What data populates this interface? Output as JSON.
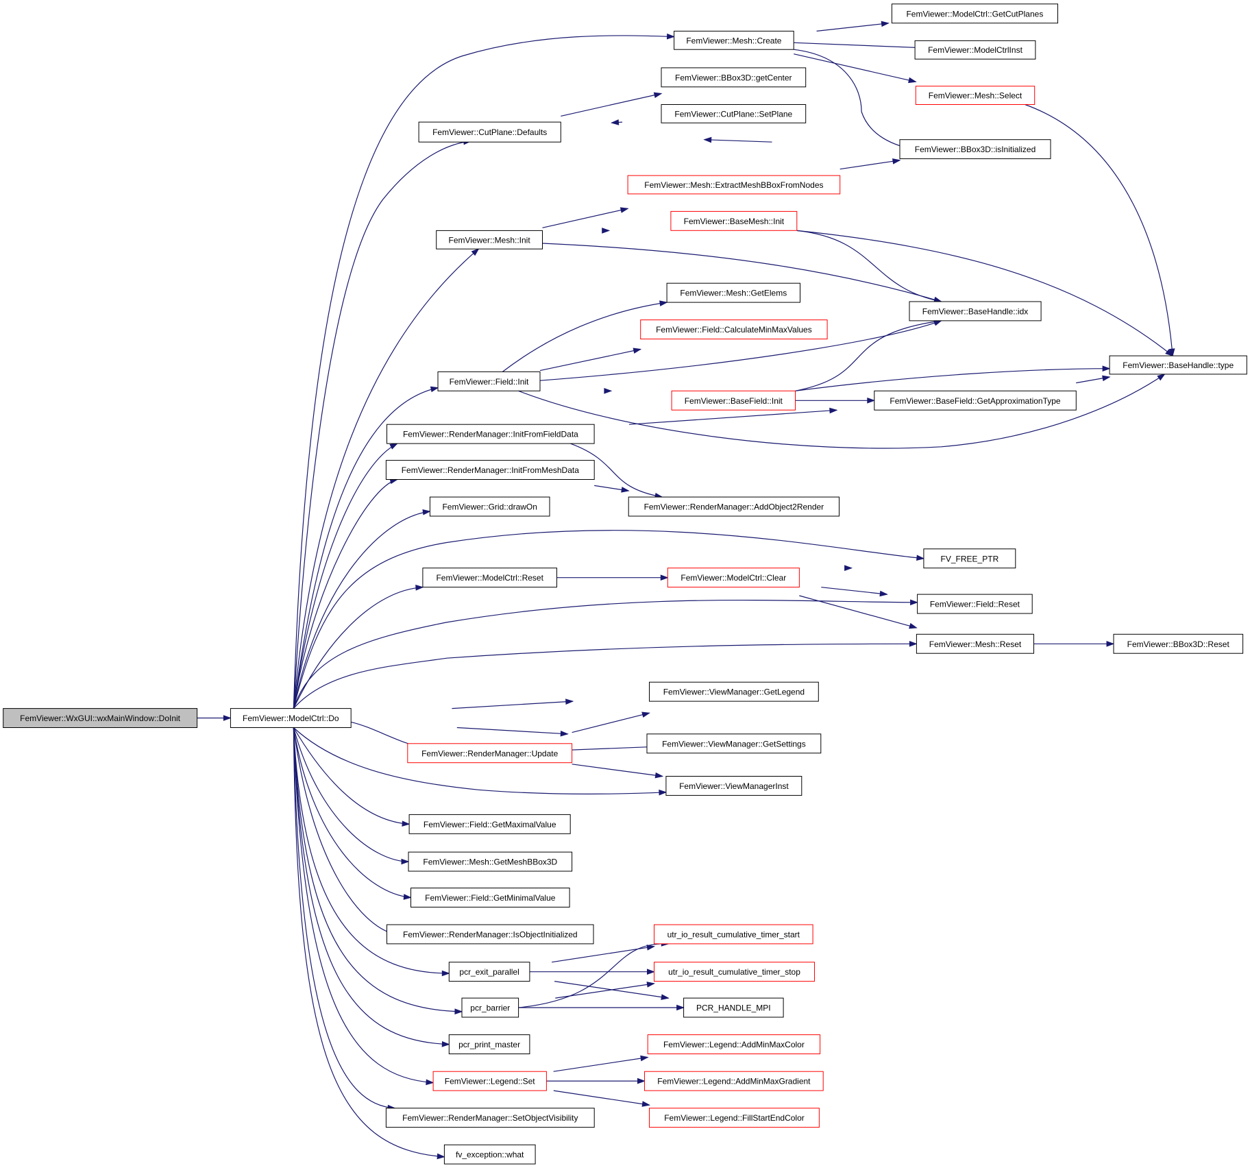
{
  "graph": {
    "colors": {
      "edge": "#191970",
      "root_fill": "#bfbfbf",
      "node_border": "#000000",
      "truncated_border": "#ff0000"
    },
    "nodes": [
      {
        "id": "root",
        "label": "FemViewer::WxGUI::wxMainWindow::DoInit",
        "style": "root"
      },
      {
        "id": "do",
        "label": "FemViewer::ModelCtrl::Do",
        "style": "normal"
      },
      {
        "id": "meshCreate",
        "label": "FemViewer::Mesh::Create",
        "style": "normal"
      },
      {
        "id": "getCutPlanes",
        "label": "FemViewer::ModelCtrl::GetCutPlanes",
        "style": "normal"
      },
      {
        "id": "modelCtrlInst",
        "label": "FemViewer::ModelCtrlInst",
        "style": "normal"
      },
      {
        "id": "meshSelect",
        "label": "FemViewer::Mesh::Select",
        "style": "red"
      },
      {
        "id": "getCenter",
        "label": "FemViewer::BBox3D::getCenter",
        "style": "normal"
      },
      {
        "id": "setPlane",
        "label": "FemViewer::CutPlane::SetPlane",
        "style": "normal"
      },
      {
        "id": "cpDefaults",
        "label": "FemViewer::CutPlane::Defaults",
        "style": "normal"
      },
      {
        "id": "isInit",
        "label": "FemViewer::BBox3D::isInitialized",
        "style": "normal"
      },
      {
        "id": "extract",
        "label": "FemViewer::Mesh::ExtractMeshBBoxFromNodes",
        "style": "red"
      },
      {
        "id": "baseMeshInit",
        "label": "FemViewer::BaseMesh::Init",
        "style": "red"
      },
      {
        "id": "meshInit",
        "label": "FemViewer::Mesh::Init",
        "style": "normal"
      },
      {
        "id": "idx",
        "label": "FemViewer::BaseHandle::idx",
        "style": "normal"
      },
      {
        "id": "getElems",
        "label": "FemViewer::Mesh::GetElems",
        "style": "normal"
      },
      {
        "id": "calcMinMax",
        "label": "FemViewer::Field::CalculateMinMaxValues",
        "style": "red"
      },
      {
        "id": "type",
        "label": "FemViewer::BaseHandle::type",
        "style": "normal"
      },
      {
        "id": "fieldInit",
        "label": "FemViewer::Field::Init",
        "style": "normal"
      },
      {
        "id": "baseFieldInit",
        "label": "FemViewer::BaseField::Init",
        "style": "red"
      },
      {
        "id": "getApprox",
        "label": "FemViewer::BaseField::GetApproximationType",
        "style": "normal"
      },
      {
        "id": "initFromField",
        "label": "FemViewer::RenderManager::InitFromFieldData",
        "style": "normal"
      },
      {
        "id": "initFromMesh",
        "label": "FemViewer::RenderManager::InitFromMeshData",
        "style": "normal"
      },
      {
        "id": "addObj",
        "label": "FemViewer::RenderManager::AddObject2Render",
        "style": "normal"
      },
      {
        "id": "drawOn",
        "label": "FemViewer::Grid::drawOn",
        "style": "normal"
      },
      {
        "id": "fvFree",
        "label": "FV_FREE_PTR",
        "style": "normal"
      },
      {
        "id": "mcReset",
        "label": "FemViewer::ModelCtrl::Reset",
        "style": "normal"
      },
      {
        "id": "mcClear",
        "label": "FemViewer::ModelCtrl::Clear",
        "style": "red"
      },
      {
        "id": "fieldReset",
        "label": "FemViewer::Field::Reset",
        "style": "normal"
      },
      {
        "id": "meshReset",
        "label": "FemViewer::Mesh::Reset",
        "style": "normal"
      },
      {
        "id": "bboxReset",
        "label": "FemViewer::BBox3D::Reset",
        "style": "normal"
      },
      {
        "id": "getLegend",
        "label": "FemViewer::ViewManager::GetLegend",
        "style": "normal"
      },
      {
        "id": "getSettings",
        "label": "FemViewer::ViewManager::GetSettings",
        "style": "normal"
      },
      {
        "id": "rmUpdate",
        "label": "FemViewer::RenderManager::Update",
        "style": "red"
      },
      {
        "id": "vmInst",
        "label": "FemViewer::ViewManagerInst",
        "style": "normal"
      },
      {
        "id": "getMax",
        "label": "FemViewer::Field::GetMaximalValue",
        "style": "normal"
      },
      {
        "id": "getBBox",
        "label": "FemViewer::Mesh::GetMeshBBox3D",
        "style": "normal"
      },
      {
        "id": "getMin",
        "label": "FemViewer::Field::GetMinimalValue",
        "style": "normal"
      },
      {
        "id": "isObjInit",
        "label": "FemViewer::RenderManager::IsObjectInitialized",
        "style": "normal"
      },
      {
        "id": "timerStart",
        "label": "utr_io_result_cumulative_timer_start",
        "style": "red"
      },
      {
        "id": "pcrExit",
        "label": "pcr_exit_parallel",
        "style": "normal"
      },
      {
        "id": "timerStop",
        "label": "utr_io_result_cumulative_timer_stop",
        "style": "red"
      },
      {
        "id": "pcrBarrier",
        "label": "pcr_barrier",
        "style": "normal"
      },
      {
        "id": "pcrHandle",
        "label": "PCR_HANDLE_MPI",
        "style": "normal"
      },
      {
        "id": "pcrPrint",
        "label": "pcr_print_master",
        "style": "normal"
      },
      {
        "id": "addMinMaxColor",
        "label": "FemViewer::Legend::AddMinMaxColor",
        "style": "red"
      },
      {
        "id": "legendSet",
        "label": "FemViewer::Legend::Set",
        "style": "red"
      },
      {
        "id": "addMinMaxGrad",
        "label": "FemViewer::Legend::AddMinMaxGradient",
        "style": "red"
      },
      {
        "id": "fillStartEnd",
        "label": "FemViewer::Legend::FillStartEndColor",
        "style": "red"
      },
      {
        "id": "setVis",
        "label": "FemViewer::RenderManager::SetObjectVisibility",
        "style": "normal"
      },
      {
        "id": "fvExc",
        "label": "fv_exception::what",
        "style": "normal"
      }
    ],
    "edges": [
      {
        "from": "root",
        "to": "do"
      },
      {
        "from": "do",
        "to": "meshCreate"
      },
      {
        "from": "do",
        "to": "cpDefaults"
      },
      {
        "from": "do",
        "to": "meshInit"
      },
      {
        "from": "do",
        "to": "fieldInit"
      },
      {
        "from": "do",
        "to": "initFromField"
      },
      {
        "from": "do",
        "to": "initFromMesh"
      },
      {
        "from": "do",
        "to": "drawOn"
      },
      {
        "from": "do",
        "to": "fvFree"
      },
      {
        "from": "do",
        "to": "mcReset"
      },
      {
        "from": "do",
        "to": "fieldReset"
      },
      {
        "from": "do",
        "to": "meshReset"
      },
      {
        "from": "do",
        "to": "getLegend"
      },
      {
        "from": "do",
        "to": "getSettings"
      },
      {
        "from": "do",
        "to": "rmUpdate"
      },
      {
        "from": "do",
        "to": "vmInst"
      },
      {
        "from": "do",
        "to": "getMax"
      },
      {
        "from": "do",
        "to": "getBBox"
      },
      {
        "from": "do",
        "to": "getMin"
      },
      {
        "from": "do",
        "to": "isObjInit"
      },
      {
        "from": "do",
        "to": "pcrExit"
      },
      {
        "from": "do",
        "to": "pcrBarrier"
      },
      {
        "from": "do",
        "to": "pcrPrint"
      },
      {
        "from": "do",
        "to": "legendSet"
      },
      {
        "from": "do",
        "to": "setVis"
      },
      {
        "from": "do",
        "to": "fvExc"
      },
      {
        "from": "meshCreate",
        "to": "getCutPlanes"
      },
      {
        "from": "meshCreate",
        "to": "modelCtrlInst"
      },
      {
        "from": "meshCreate",
        "to": "meshSelect"
      },
      {
        "from": "meshCreate",
        "to": "isInit"
      },
      {
        "from": "meshSelect",
        "to": "type"
      },
      {
        "from": "cpDefaults",
        "to": "getCenter"
      },
      {
        "from": "cpDefaults",
        "to": "setPlane"
      },
      {
        "from": "cpDefaults",
        "to": "isInit"
      },
      {
        "from": "extract",
        "to": "isInit"
      },
      {
        "from": "meshInit",
        "to": "extract"
      },
      {
        "from": "meshInit",
        "to": "baseMeshInit"
      },
      {
        "from": "meshInit",
        "to": "idx"
      },
      {
        "from": "baseMeshInit",
        "to": "idx"
      },
      {
        "from": "baseMeshInit",
        "to": "type"
      },
      {
        "from": "fieldInit",
        "to": "getElems"
      },
      {
        "from": "fieldInit",
        "to": "calcMinMax"
      },
      {
        "from": "fieldInit",
        "to": "idx"
      },
      {
        "from": "fieldInit",
        "to": "baseFieldInit"
      },
      {
        "from": "fieldInit",
        "to": "type"
      },
      {
        "from": "baseFieldInit",
        "to": "idx"
      },
      {
        "from": "baseFieldInit",
        "to": "type"
      },
      {
        "from": "baseFieldInit",
        "to": "getApprox"
      },
      {
        "from": "getApprox",
        "to": "type"
      },
      {
        "from": "initFromField",
        "to": "getApprox"
      },
      {
        "from": "initFromField",
        "to": "addObj"
      },
      {
        "from": "initFromMesh",
        "to": "addObj"
      },
      {
        "from": "mcReset",
        "to": "mcClear"
      },
      {
        "from": "mcClear",
        "to": "fvFree"
      },
      {
        "from": "mcClear",
        "to": "fieldReset"
      },
      {
        "from": "mcClear",
        "to": "meshReset"
      },
      {
        "from": "meshReset",
        "to": "bboxReset"
      },
      {
        "from": "rmUpdate",
        "to": "getLegend"
      },
      {
        "from": "rmUpdate",
        "to": "getSettings"
      },
      {
        "from": "rmUpdate",
        "to": "vmInst"
      },
      {
        "from": "pcrExit",
        "to": "timerStart"
      },
      {
        "from": "pcrExit",
        "to": "timerStop"
      },
      {
        "from": "pcrExit",
        "to": "pcrHandle"
      },
      {
        "from": "pcrBarrier",
        "to": "timerStart"
      },
      {
        "from": "pcrBarrier",
        "to": "timerStop"
      },
      {
        "from": "pcrBarrier",
        "to": "pcrHandle"
      },
      {
        "from": "legendSet",
        "to": "addMinMaxColor"
      },
      {
        "from": "legendSet",
        "to": "addMinMaxGrad"
      },
      {
        "from": "legendSet",
        "to": "fillStartEnd"
      }
    ]
  }
}
